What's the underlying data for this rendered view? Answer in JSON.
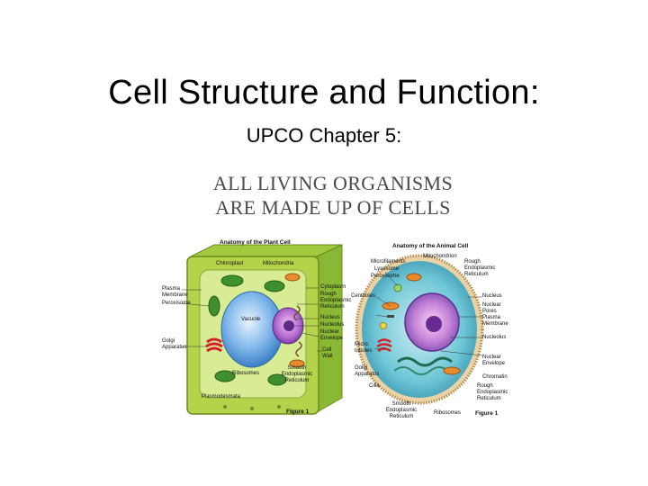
{
  "slide": {
    "title": "Cell Structure and Function:",
    "subtitle": "UPCO Chapter 5:"
  },
  "figure": {
    "banner_line1": "ALL LIVING ORGANISMS",
    "banner_line2": "ARE MADE UP OF CELLS",
    "plant": {
      "heading": "Anatomy of the Plant Cell",
      "figure_label": "Figure 1",
      "labels": {
        "chloroplast": "Chloroplast",
        "mitochondria": "Mitochondria",
        "plasma_membrane": "Plasma Membrane",
        "peroxisome": "Peroxisome",
        "golgi": "Golgi Apparatus",
        "vacuole": "Vacuole",
        "cytoplasm": "Cytoplasm",
        "rough_er": "Rough Endoplasmic Reticulum",
        "nucleus": "Nucleus",
        "nucleolus": "Nucleolus",
        "nuclear_envelope": "Nuclear Envelope",
        "cell_wall": "Cell Wall",
        "smooth_er": "Smooth Endoplasmic Reticulum",
        "ribosomes": "Ribosomes",
        "plasmodesmata": "Plasmodesmata"
      }
    },
    "animal": {
      "heading": "Anatomy of the Animal Cell",
      "figure_label": "Figure 1",
      "labels": {
        "mitochondrion": "Mitochondrion",
        "microfilaments": "Microfilaments",
        "lysosome": "Lysosome",
        "peroxisome": "Peroxisome",
        "centrioles": "Centrioles",
        "rough_er": "Rough Endoplasmic Reticulum",
        "nucleus": "Nucleus",
        "nuclear_pores": "Nuclear Pores",
        "plasma_membrane": "Plasma Membrane",
        "nucleolus": "Nucleolus",
        "microtubules": "Micro tubules",
        "golgi": "Golgi Apparatus",
        "nuclear_envelope": "Nuclear Envelope",
        "chromatin": "Chromatin",
        "rough_er_2": "Rough Endoplasmic Reticulum",
        "cilia": "Cilia",
        "smooth_er": "Smooth Endoplasmic Reticulum",
        "ribosomes": "Ribosomes"
      }
    }
  }
}
